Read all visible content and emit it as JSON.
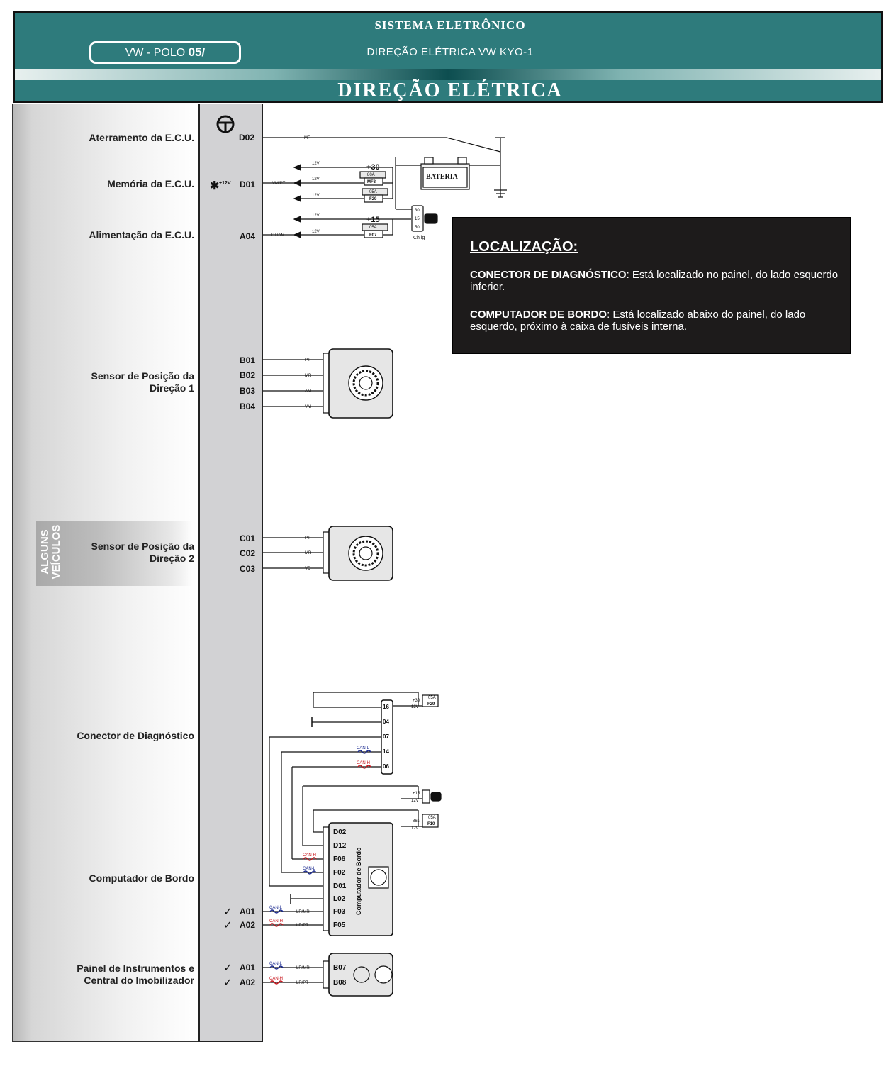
{
  "header": {
    "system": "SISTEMA ELETRÔNICO",
    "model_prefix": "VW - POLO",
    "model_year": "05/",
    "subtitle": "DIREÇÃO ELÉTRICA VW KYO-1",
    "title": "DIREÇÃO ELÉTRICA"
  },
  "labels": {
    "aterramento": "Aterramento da E.C.U.",
    "memoria": "Memória da E.C.U.",
    "alimentacao": "Alimentação da E.C.U.",
    "sensor1_l1": "Sensor de Posição da",
    "sensor1_l2": "Direção 1",
    "sensor2_l1": "Sensor de Posição da",
    "sensor2_l2": "Direção 2",
    "conector": "Conector de Diagnóstico",
    "computador": "Computador de Bordo",
    "painel_l1": "Painel de Instrumentos e",
    "painel_l2": "Central do Imobilizador",
    "alguns_l1": "ALGUNS",
    "alguns_l2": "VEÍCULOS"
  },
  "pins": {
    "d02": "D02",
    "d01": "D01",
    "a04": "A04",
    "b01": "B01",
    "b02": "B02",
    "b03": "B03",
    "b04": "B04",
    "c01": "C01",
    "c02": "C02",
    "c03": "C03",
    "a01": "A01",
    "a02": "A02",
    "a01b": "A01",
    "a02b": "A02",
    "plus12_note": "+12V"
  },
  "wires": {
    "mr": "MR",
    "vmpt": "VM/PT",
    "ptam": "PT/AM",
    "pt": "PT",
    "am": "AM",
    "vm": "VM",
    "vd": "VD",
    "lrmr": "LR/MR",
    "lrpt": "LR/PT",
    "can_l": "CAN-L",
    "can_h": "CAN-H",
    "v12": "12V",
    "plus30": "+30",
    "plus15": "+15",
    "bateria": "BATERIA",
    "f80a": "80A",
    "mf3": "MF3",
    "f05a": "05A",
    "f29": "F29",
    "f07": "F07",
    "f10": "F10",
    "ign30": "30",
    "ign15": "15",
    "ign50": "50",
    "chig": "Ch ig",
    "plus30b": "+30",
    "plus15b": "+15",
    "s86": "86s",
    "diag16": "16",
    "diag04": "04",
    "diag07": "07",
    "diag14": "14",
    "diag06": "06",
    "cb_d02": "D02",
    "cb_d12": "D12",
    "cb_f06": "F06",
    "cb_f02": "F02",
    "cb_d01": "D01",
    "cb_l02": "L02",
    "cb_f03": "F03",
    "cb_f05": "F05",
    "cb_name": "Computador de Bordo",
    "pi_b07": "B07",
    "pi_b08": "B08"
  },
  "localizacao": {
    "title": "LOCALIZAÇÃO:",
    "p1_bold": "CONECTOR DE DIAGNÓSTICO",
    "p1_text": ": Está localizado no painel, do lado esquerdo inferior.",
    "p2_bold": "COMPUTADOR DE BORDO",
    "p2_text": ": Está localizado abaixo do painel, do lado esquerdo, próximo à caixa de fusíveis interna."
  },
  "colors": {
    "header_teal": "#2e7b7c",
    "can_l": "#1b2a8f",
    "can_h": "#c8161d"
  }
}
